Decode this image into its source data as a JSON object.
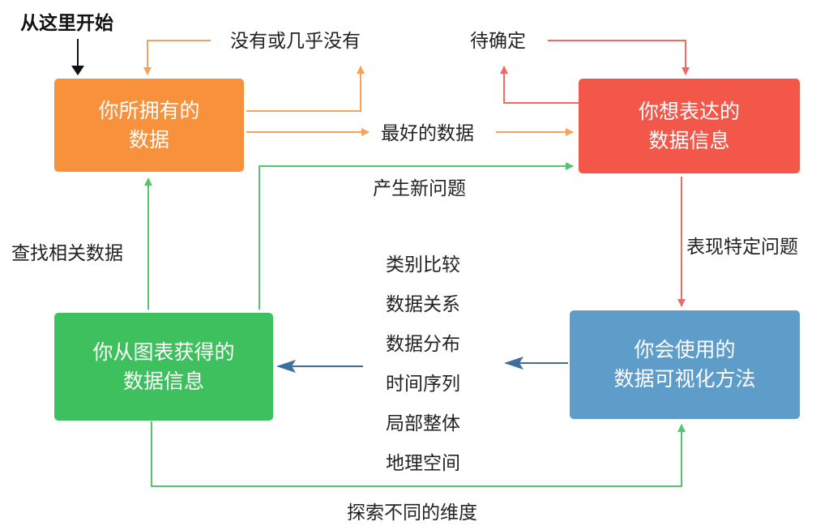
{
  "start": "从这里开始",
  "boxes": {
    "data_owned": [
      "你所拥有的",
      "数据"
    ],
    "message": [
      "你想表达的",
      "数据信息"
    ],
    "visualization": [
      "你会使用的",
      "数据可视化方法"
    ],
    "chart_info": [
      "你从图表获得的",
      "数据信息"
    ]
  },
  "edges": {
    "none": "没有或几乎没有",
    "tbd": "待确定",
    "best_data": "最好的数据",
    "new_question": "产生新问题",
    "find_data": "查找相关数据",
    "specific_question": "表现特定问题",
    "explore": "探索不同的维度"
  },
  "methods": [
    "类别比较",
    "数据关系",
    "数据分布",
    "时间序列",
    "局部整体",
    "地理空间"
  ],
  "colors": {
    "orange": "#f7913c",
    "red": "#f2574a",
    "blue": "#5e9cca",
    "green": "#3ec05e",
    "arrow_orange": "#f5a25a",
    "arrow_red": "#ee6a62",
    "arrow_blue": "#3e6f9c",
    "arrow_green": "#56c46f"
  }
}
